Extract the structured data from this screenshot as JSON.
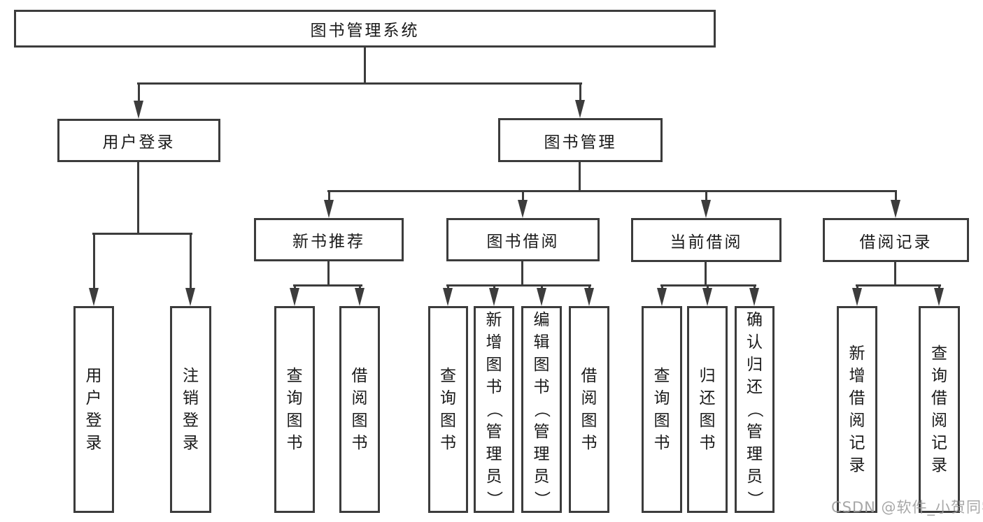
{
  "diagram": {
    "root": {
      "label": "图书管理系统"
    },
    "level2": [
      {
        "id": "user-login",
        "label": "用户登录"
      },
      {
        "id": "book-management",
        "label": "图书管理"
      }
    ],
    "level3": [
      {
        "id": "new-book-recommend",
        "label": "新书推荐",
        "parent": "图书管理"
      },
      {
        "id": "book-borrowing",
        "label": "图书借阅",
        "parent": "图书管理"
      },
      {
        "id": "current-borrowing",
        "label": "当前借阅",
        "parent": "图书管理"
      },
      {
        "id": "borrowing-records",
        "label": "借阅记录",
        "parent": "图书管理"
      }
    ],
    "leaves": [
      {
        "label": "用户登录",
        "parent": "用户登录"
      },
      {
        "label": "注销登录",
        "parent": "用户登录"
      },
      {
        "label": "查询图书",
        "parent": "新书推荐"
      },
      {
        "label": "借阅图书",
        "parent": "新书推荐"
      },
      {
        "label": "查询图书",
        "parent": "图书借阅"
      },
      {
        "label": "新增图书（管理员）",
        "parent": "图书借阅"
      },
      {
        "label": "编辑图书（管理员）",
        "parent": "图书借阅"
      },
      {
        "label": "借阅图书",
        "parent": "图书借阅"
      },
      {
        "label": "查询图书",
        "parent": "当前借阅"
      },
      {
        "label": "归还图书",
        "parent": "当前借阅"
      },
      {
        "label": "确认归还（管理员）",
        "parent": "当前借阅"
      },
      {
        "label": "新增借阅记录",
        "parent": "借阅记录"
      },
      {
        "label": "查询借阅记录",
        "parent": "借阅记录"
      }
    ],
    "watermark": "CSDN @软件_小贺同学",
    "colors": {
      "line": "#3c3c3c",
      "box_background": "#ffffff",
      "text": "#1a1a1a",
      "watermark": "#9b9b9b",
      "background": "#ffffff"
    }
  }
}
